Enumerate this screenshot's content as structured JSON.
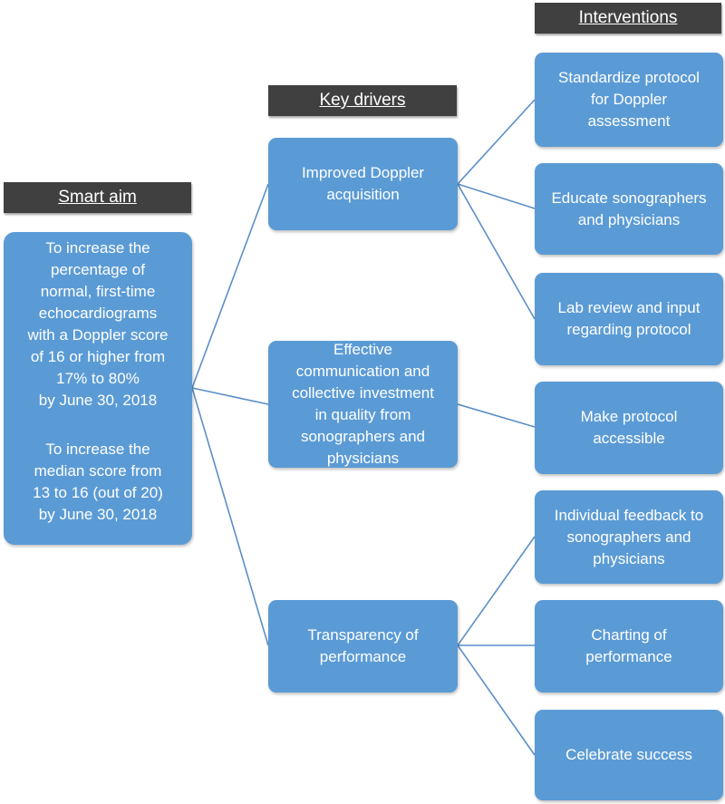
{
  "headers": {
    "smart_aim": "Smart aim",
    "key_drivers": "Key drivers",
    "interventions": "Interventions"
  },
  "smart_aim": {
    "aim1": "To increase the\npercentage of\nnormal, first-time\nechocardiograms\nwith a Doppler score\nof 16 or higher from\n17% to 80%\nby June 30, 2018",
    "aim2": "To increase the\nmedian score from\n13 to 16 (out of 20)\nby June 30, 2018"
  },
  "key_drivers": [
    "Improved Doppler\nacquisition",
    "Effective\ncommunication and\ncollective investment\nin quality from\nsonographers and\nphysicians",
    "Transparency of\nperformance"
  ],
  "interventions": [
    "Standardize protocol\nfor Doppler\nassessment",
    "Educate sonographers\nand physicians",
    "Lab review and input\nregarding protocol",
    "Make protocol\naccessible",
    "Individual feedback to\nsonographers and\nphysicians",
    "Charting of\nperformance",
    "Celebrate success"
  ],
  "colors": {
    "box_fill": "#5b9bd5",
    "header_fill": "#404040",
    "connector": "#5b8fc7"
  }
}
